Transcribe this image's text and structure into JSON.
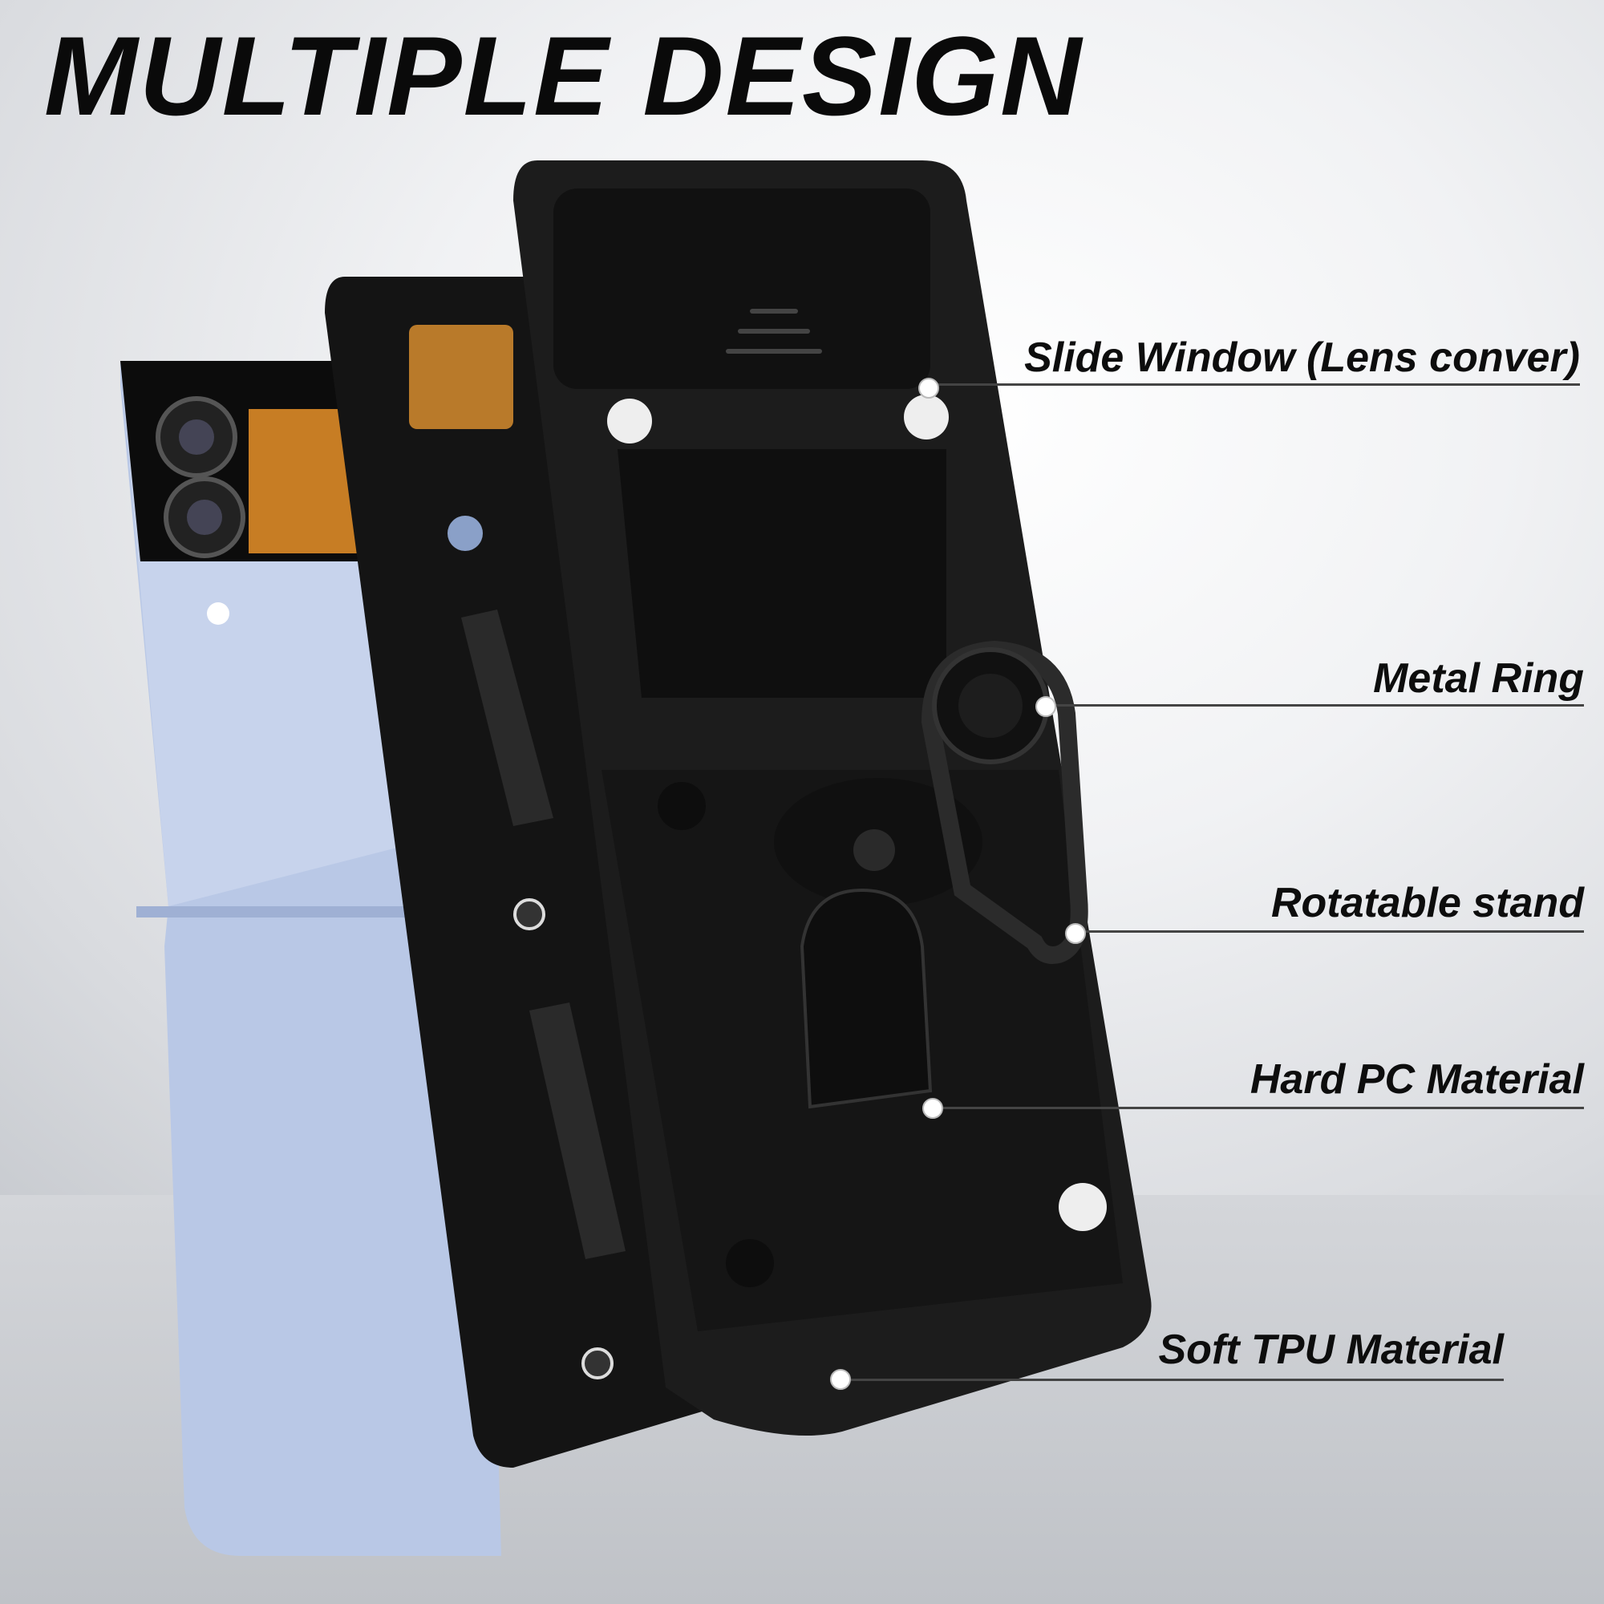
{
  "title": {
    "part1": "MULTIPLE",
    "part2": "DESIGN"
  },
  "colors": {
    "accent_start": "#2b8cff",
    "accent_end": "#18e3ff",
    "case": "#1a1a1a",
    "phone": "#b9c8e6"
  },
  "callouts": [
    {
      "label": "Slide Window (Lens conver)"
    },
    {
      "label": "Metal Ring"
    },
    {
      "label": "Rotatable stand"
    },
    {
      "label": "Hard PC Material"
    },
    {
      "label": "Soft TPU Material"
    }
  ]
}
